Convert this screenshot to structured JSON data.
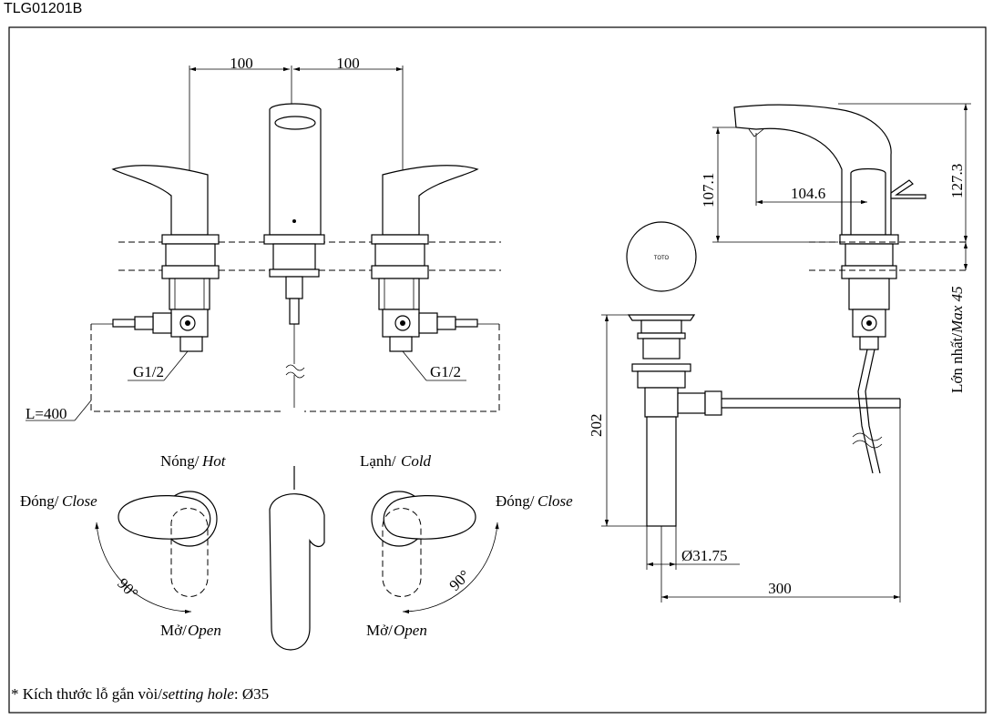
{
  "model_code": "TLG01201B",
  "dimensions": {
    "left_spacing": "100",
    "right_spacing": "100",
    "hose_length": "L=400",
    "thread_left": "G1/2",
    "thread_right": "G1/2",
    "spout_height": "107.1",
    "spout_reach": "104.6",
    "total_height": "127.3",
    "max_thickness_vi": "Lớn nhất/",
    "max_thickness_en": "Max 45",
    "drain_length": "202",
    "drain_diameter": "Ø31.75",
    "rod_length": "300",
    "angle_left": "90°",
    "angle_right": "90°"
  },
  "handle_labels": {
    "hot_vi": "Nóng/",
    "hot_en": "Hot",
    "cold_vi": "Lạnh/",
    "cold_en": "Cold",
    "close_left_vi": "Đóng/",
    "close_left_en": "Close",
    "close_right_vi": "Đóng/",
    "close_right_en": "Close",
    "open_left_vi": "Mở/",
    "open_left_en": "Open",
    "open_right_vi": "Mở/",
    "open_right_en": "Open"
  },
  "footnote": {
    "prefix": "* Kích thước lỗ gắn vòi/",
    "italic": "setting hole",
    "suffix": ": Ø35"
  },
  "cap_logo": "TOTO"
}
